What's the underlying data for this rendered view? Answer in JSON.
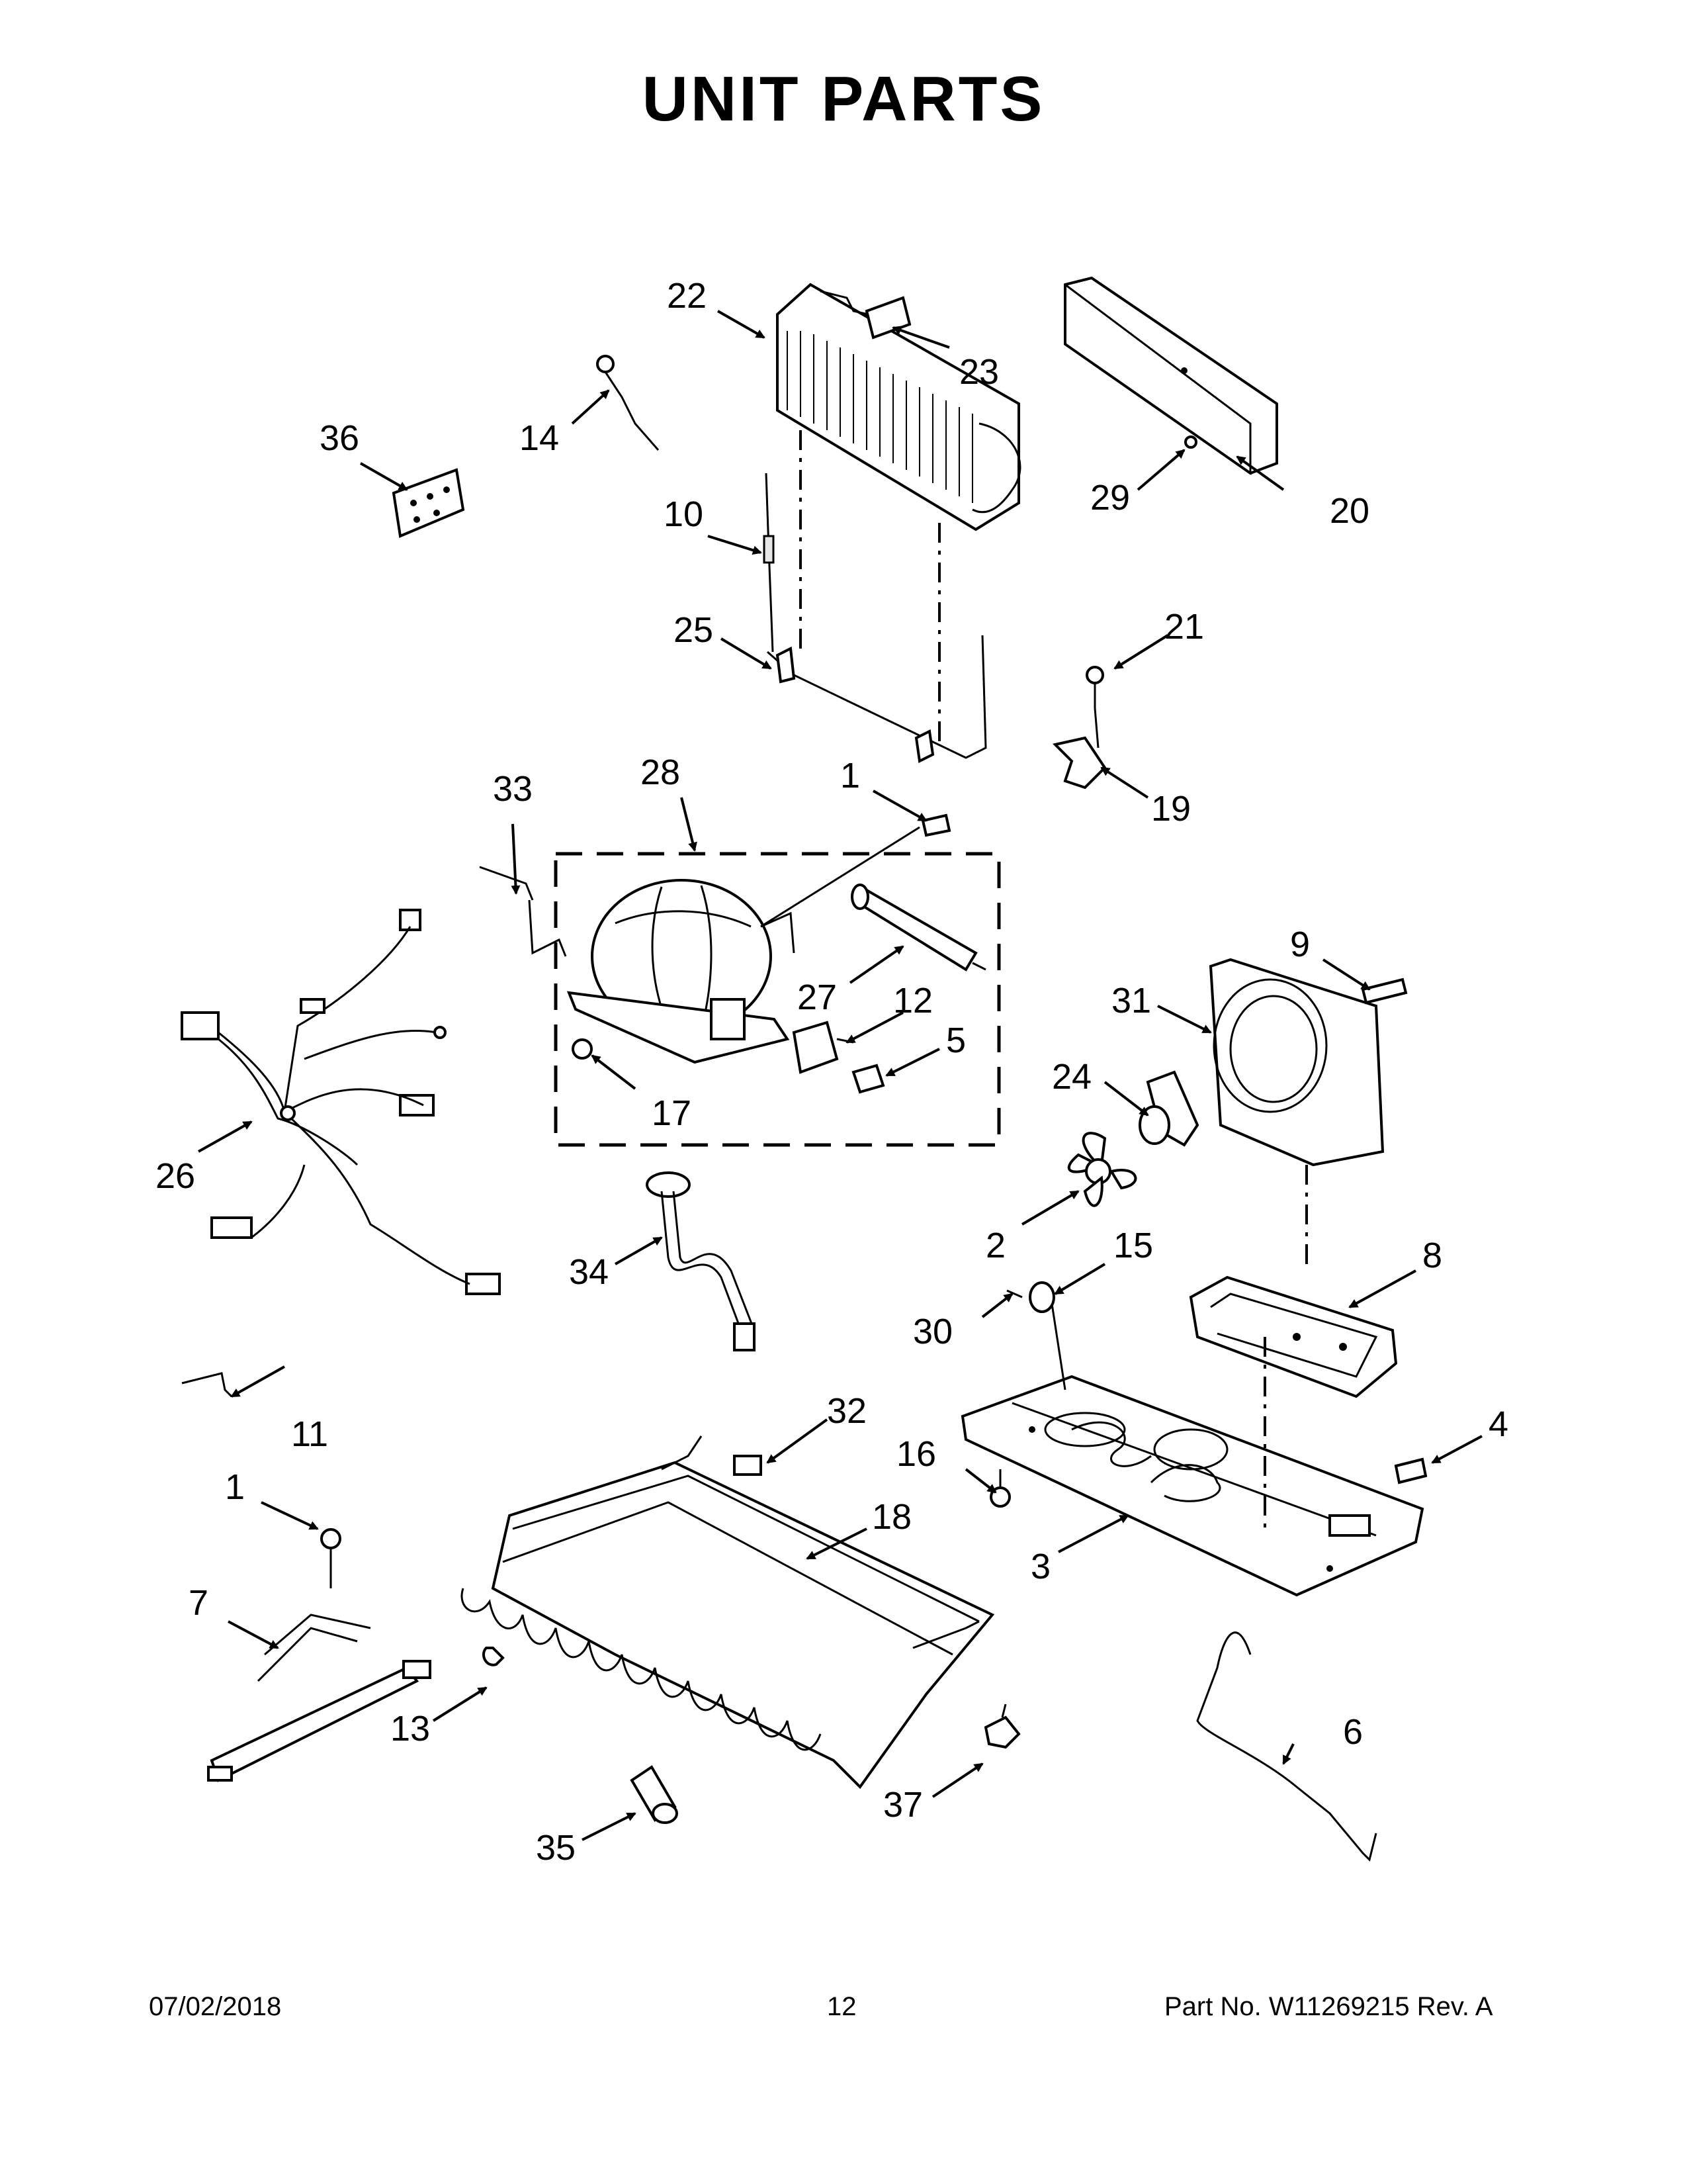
{
  "title": "UNIT PARTS",
  "callouts": {
    "c1a": "1",
    "c1b": "1",
    "c2": "2",
    "c3": "3",
    "c4": "4",
    "c5": "5",
    "c6": "6",
    "c7": "7",
    "c8": "8",
    "c9": "9",
    "c10": "10",
    "c11": "11",
    "c12": "12",
    "c13": "13",
    "c14": "14",
    "c15": "15",
    "c16": "16",
    "c17": "17",
    "c18": "18",
    "c19": "19",
    "c20": "20",
    "c21": "21",
    "c22": "22",
    "c23": "23",
    "c24": "24",
    "c25": "25",
    "c26": "26",
    "c27": "27",
    "c28": "28",
    "c29": "29",
    "c30": "30",
    "c31": "31",
    "c32": "32",
    "c33": "33",
    "c34": "34",
    "c35": "35",
    "c36": "36",
    "c37": "37"
  },
  "footer": {
    "date": "07/02/2018",
    "page": "12",
    "part_no": "Part No.  W11269215  Rev.  A"
  }
}
